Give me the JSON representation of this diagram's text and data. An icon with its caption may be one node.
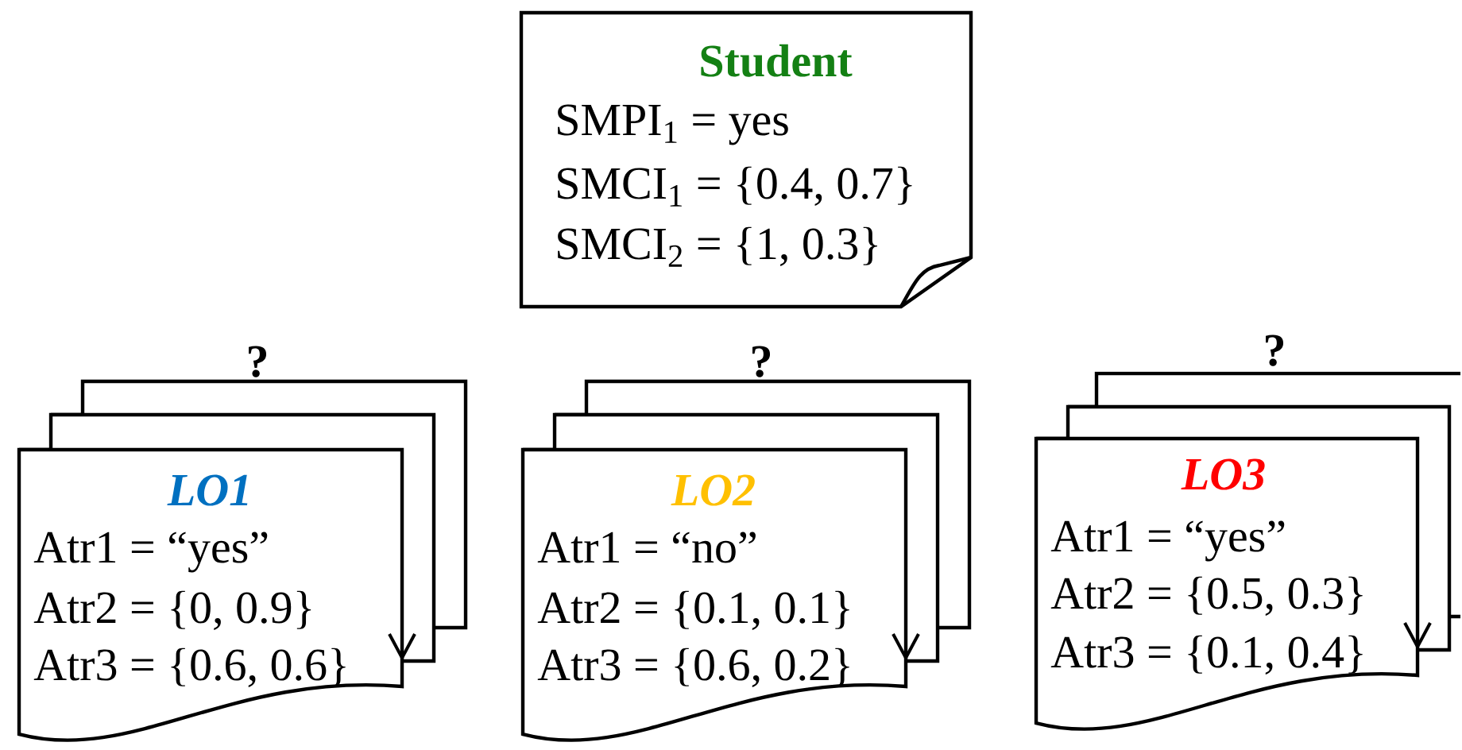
{
  "diagram": {
    "nodes": [
      {
        "text": [
          "Student",
          "SMPI$_{1}$ = yes",
          "SMCI$_{1}$ = {0.4, 0.7}",
          "SMCI$_{2}$ = {1, 0.3}"
        ]
      },
      {
        "text": [
          "LO1",
          "Atr1 = “yes”",
          "Atr2 = {0, 0.9}",
          "Atr3 = {0.6, 0.6}"
        ],
        "beside": [
          "?"
        ]
      },
      {
        "text": [
          "LO2",
          "Atr1 = “no”",
          "Atr2 = {0.1, 0.1}",
          "Atr3 = {0.6, 0.2}"
        ],
        "beside": [
          "?"
        ]
      },
      {
        "text": [
          "LO3",
          "Atr1 = “yes”",
          "Atr2 = {0.5, 0.3}",
          "Atr3 = {0.1, 0.4}"
        ],
        "beside": [
          "?"
        ]
      }
    ]
  }
}
